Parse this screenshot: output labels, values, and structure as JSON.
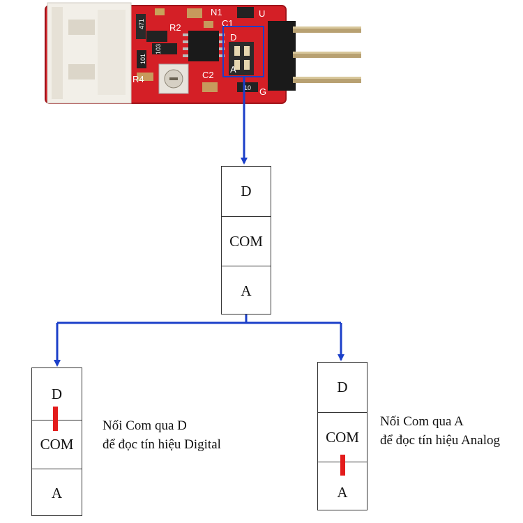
{
  "board": {
    "labels": {
      "r2": "R2",
      "n1": "N1",
      "c1": "C1",
      "r4": "R4",
      "c2": "C2",
      "u": "U",
      "d": "D",
      "a": "A",
      "g": "G",
      "code_103": "103",
      "code_101": "101",
      "code_471": "471",
      "code_10": "10"
    }
  },
  "center_box": {
    "cells": [
      "D",
      "COM",
      "A"
    ]
  },
  "left_box": {
    "cells": [
      "D",
      "COM",
      "A"
    ],
    "note_line1": "Nối Com qua D",
    "note_line2": "để đọc tín hiệu Digital"
  },
  "right_box": {
    "cells": [
      "D",
      "COM",
      "A"
    ],
    "note_line1": "Nối Com qua A",
    "note_line2": "để đọc tín hiệu Analog"
  },
  "colors": {
    "pcb_red": "#d41f26",
    "connector_white": "#f2efe8",
    "arrow_blue": "#1b3fc9",
    "jumper_red": "#e31c1c",
    "pin_gold": "#b8a172"
  }
}
